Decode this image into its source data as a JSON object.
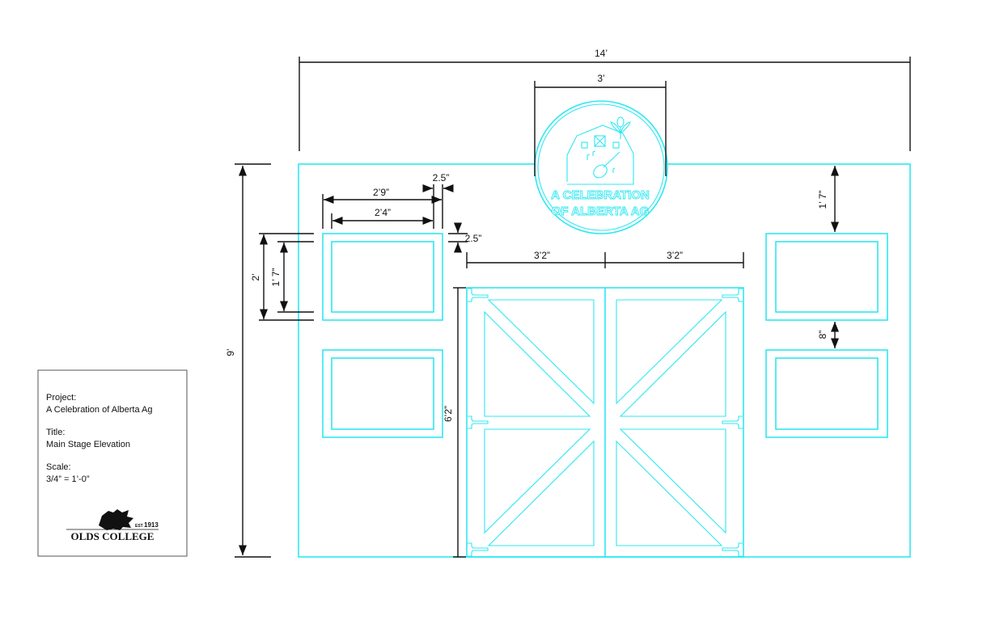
{
  "colors": {
    "outline": "#2ee8f2",
    "dimension": "#111111"
  },
  "dimensions": {
    "overall_width": "14’",
    "logo_width": "3’",
    "overall_height": "9’",
    "window_outer_width": "2’9”",
    "window_inner_width": "2’4”",
    "frame_width_h": "2.5”",
    "frame_width_v": "2.5”",
    "window_outer_height": "2’",
    "window_inner_height": "1’ 7”",
    "door_leaf_left": "3’2”",
    "door_leaf_right": "3’2”",
    "door_height": "6’2”",
    "top_to_window": "1’ 7”",
    "window_gap": "8”"
  },
  "logo": {
    "line1": "A CELEBRATION",
    "line2": "OF ALBERTA AG"
  },
  "title_block": {
    "project_label": "Project:",
    "project_value": "A Celebration of Alberta Ag",
    "title_label": "Title:",
    "title_value": "Main Stage Elevation",
    "scale_label": "Scale:",
    "scale_value": "3/4” = 1’-0”",
    "college_name": "OLDS COLLEGE",
    "est_label": "EST",
    "est_year": "1913"
  }
}
